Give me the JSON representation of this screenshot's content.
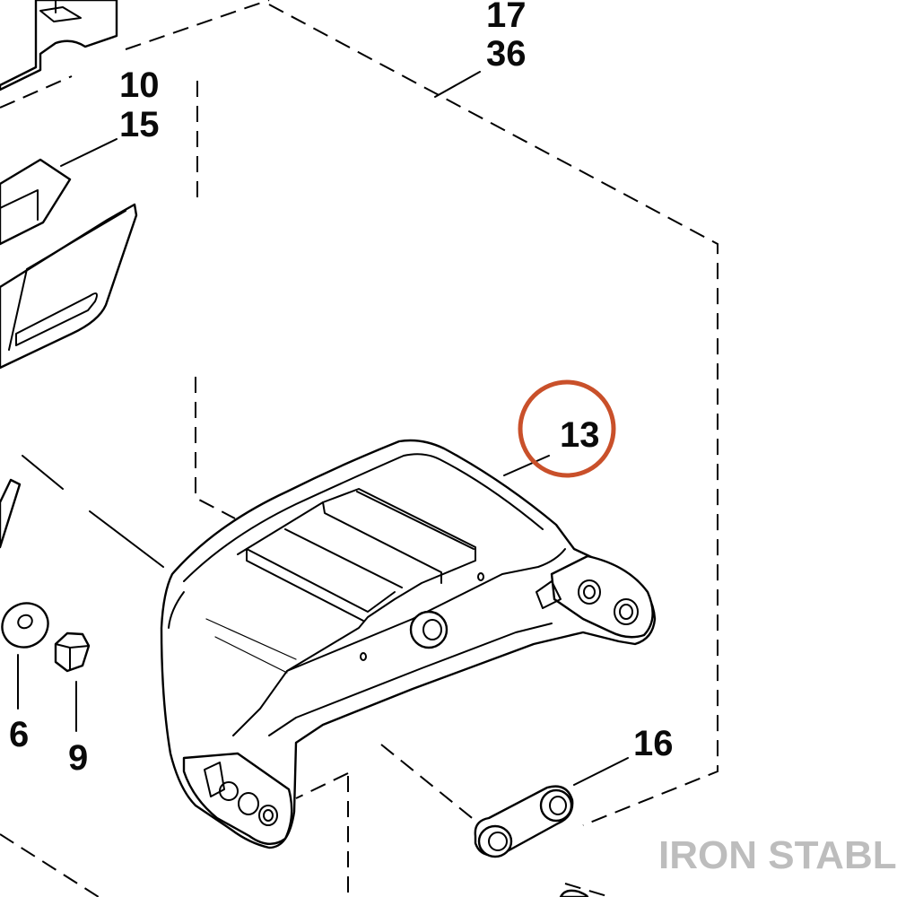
{
  "diagram": {
    "part_numbers": {
      "p17": "17",
      "p36": "36",
      "p10": "10",
      "p15": "15",
      "p13": "13",
      "p6": "6",
      "p9": "9",
      "p16": "16"
    },
    "highlighted_part": "13",
    "highlight_color": "#c9502a",
    "watermark": "IRON STABLE",
    "watermark_color": "#bdbdbd"
  }
}
